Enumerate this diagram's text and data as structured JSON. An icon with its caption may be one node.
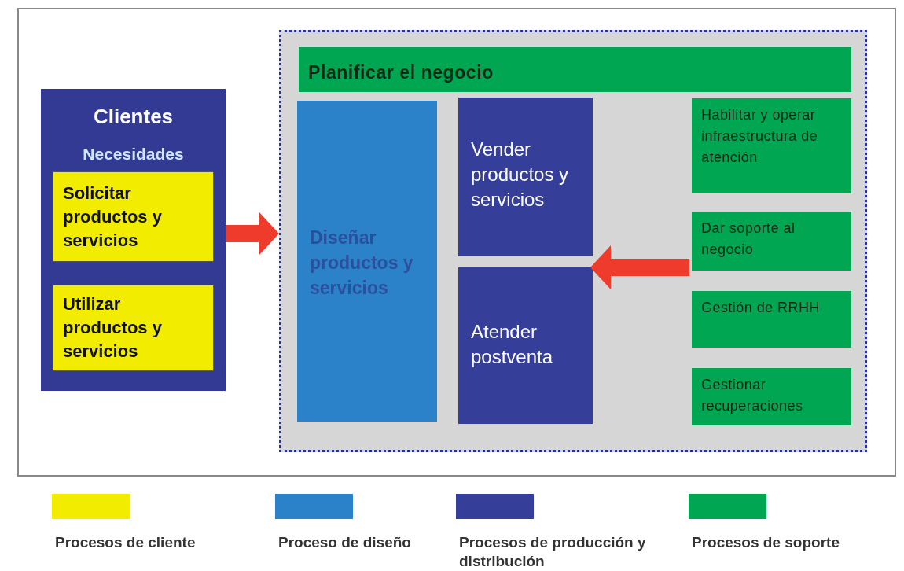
{
  "diagram": {
    "nodes": [
      {
        "text": [
          "Clientes",
          "Necesidades"
        ]
      },
      {
        "text": [
          "Solicitar productos y servicios"
        ],
        "in": 0
      },
      {
        "text": [
          "Utilizar productos y servicios"
        ],
        "in": 0
      },
      {
        "text": [],
        "shape": "box"
      },
      {
        "text": [
          "Planificar el negocio"
        ],
        "in": 3
      },
      {
        "text": [
          "Diseñar productos y servicios"
        ],
        "in": 3
      },
      {
        "text": [
          "Vender productos y servicios"
        ],
        "in": 3
      },
      {
        "text": [
          "Atender postventa"
        ],
        "in": 3
      },
      {
        "text": [
          "Habilitar y operar infraestructura de atención"
        ],
        "in": 3
      },
      {
        "text": [
          "Dar soporte al negocio"
        ],
        "in": 3
      },
      {
        "text": [
          "Gestión de RRHH"
        ],
        "in": 3
      },
      {
        "text": [
          "Gestionar recuperaciones"
        ],
        "in": 3
      }
    ],
    "edges": [
      {
        "from": 0,
        "to": 3,
        "arrow": "to"
      },
      {
        "from": 9,
        "to": 7,
        "arrow": "to"
      }
    ],
    "legend": [
      {
        "text": "Procesos de cliente",
        "color": "#f2ec00"
      },
      {
        "text": "Proceso de diseño",
        "color": "#2b82c9"
      },
      {
        "text": "Procesos de producción y distribución",
        "color": "#353f9a"
      },
      {
        "text": "Procesos de soporte",
        "color": "#00a651"
      }
    ]
  }
}
